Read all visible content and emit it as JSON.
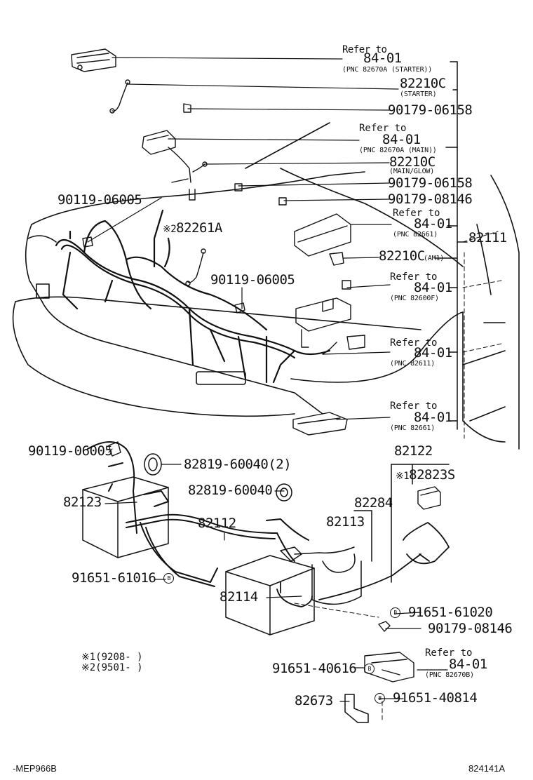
{
  "refer": {
    "r1": {
      "title": "Refer to",
      "code": "84-01",
      "note": "(PNC 82670A (STARTER))"
    },
    "r2": {
      "title": "Refer to",
      "code": "84-01",
      "note": "(PNC 82670A (MAIN))"
    },
    "r3": {
      "title": "Refer to",
      "code": "84-01",
      "note": "(PNC 82661)"
    },
    "r4": {
      "title": "Refer to",
      "code": "84-01",
      "note": "(PNC 82600F)"
    },
    "r5": {
      "title": "Refer to",
      "code": "84-01",
      "note": "(PNC 82611)"
    },
    "r6": {
      "title": "Refer to",
      "code": "84-01",
      "note": "(PNC 82661)"
    },
    "r7": {
      "title": "Refer to",
      "code": "84-01",
      "note": "(PNC 82670B)"
    }
  },
  "parts": {
    "p82210c_starter": "82210C",
    "p82210c_starter_note": "(STARTER)",
    "p90179_06158_a": "90179-06158",
    "p82210c_main": "82210C",
    "p82210c_main_note": "(MAIN/GLOW)",
    "p90179_06158_b": "90179-06158",
    "p90179_08146_a": "90179-08146",
    "p90119_06005_a": "90119-06005",
    "p82261a_mark": "※2",
    "p82261a": "82261A",
    "p82111": "82111",
    "p82210c_am1": "82210C",
    "p82210c_am1_note": "(AM1)",
    "p90119_06005_b": "90119-06005",
    "p90119_06005_c": "90119-06005",
    "p82819_a": "82819-60040(2)",
    "p82819_b": "82819-60040",
    "p82122": "82122",
    "p82823s_mark": "※1",
    "p82823s": "82823S",
    "p82123": "82123",
    "p82284": "82284",
    "p82112": "82112",
    "p82113": "82113",
    "p91651_61016": "91651-61016",
    "p82114": "82114",
    "p91651_61020": "91651-61020",
    "p90179_08146_b": "90179-08146",
    "p91651_40616": "91651-40616",
    "p82673": "82673",
    "p91651_40814": "91651-40814",
    "bolt_mark": "B"
  },
  "notes": {
    "n1": "※1(9208-    )",
    "n2": "※2(9501-    )"
  },
  "footer": {
    "left": "-MEP966B",
    "right": "824141A"
  }
}
